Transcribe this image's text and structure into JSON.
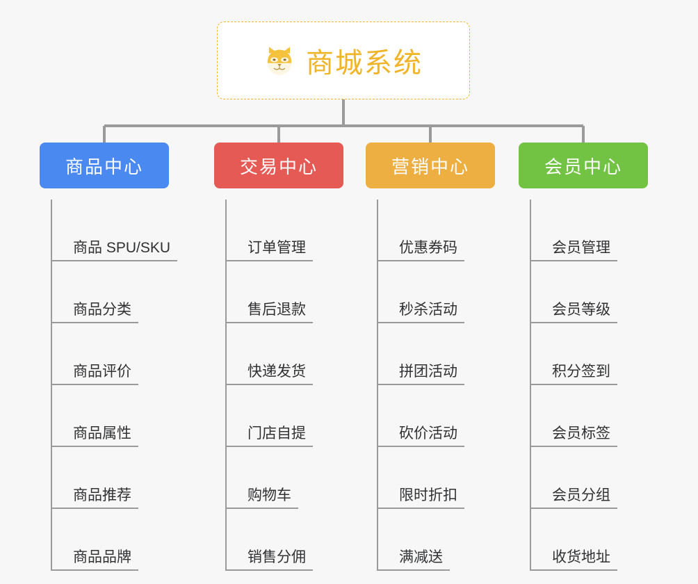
{
  "page": {
    "background_color": "#f7f7f7",
    "type": "org-chart"
  },
  "root": {
    "icon": "dog-face-icon",
    "emoji": "🐕",
    "title": "商城系统",
    "text_color": "#f0b429",
    "border_color": "#f0b429",
    "border_style": "dashed",
    "background_color": "#ffffff"
  },
  "connector": {
    "color": "#9a9a9a"
  },
  "columns": [
    {
      "id": "product-center",
      "header": "商品中心",
      "color": "#4a89ef",
      "items": [
        "商品 SPU/SKU",
        "商品分类",
        "商品评价",
        "商品属性",
        "商品推荐",
        "商品品牌"
      ]
    },
    {
      "id": "trade-center",
      "header": "交易中心",
      "color": "#e55a54",
      "items": [
        "订单管理",
        "售后退款",
        "快递发货",
        "门店自提",
        "购物车",
        "销售分佣"
      ]
    },
    {
      "id": "marketing-center",
      "header": "营销中心",
      "color": "#edae42",
      "items": [
        "优惠券码",
        "秒杀活动",
        "拼团活动",
        "砍价活动",
        "限时折扣",
        "满减送"
      ]
    },
    {
      "id": "member-center",
      "header": "会员中心",
      "color": "#72c344",
      "items": [
        "会员管理",
        "会员等级",
        "积分签到",
        "会员标签",
        "会员分组",
        "收货地址"
      ]
    }
  ]
}
